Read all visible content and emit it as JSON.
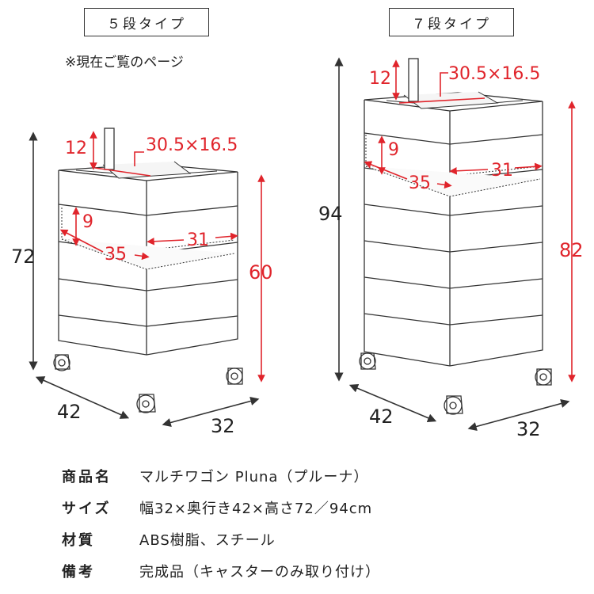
{
  "header": {
    "tag_5": "５段タイプ",
    "tag_7": "７段タイプ",
    "note": "※現在ご覧のページ"
  },
  "dims_5": {
    "height_total": "72",
    "height_body": "60",
    "depth": "42",
    "width": "32",
    "handle_height": "12",
    "opening": "30.5×16.5",
    "drawer_height": "9",
    "drawer_depth": "35",
    "drawer_width": "31"
  },
  "dims_7": {
    "height_total": "94",
    "height_body": "82",
    "depth": "42",
    "width": "32",
    "handle_height": "12",
    "opening": "30.5×16.5",
    "drawer_height": "9",
    "drawer_depth": "35",
    "drawer_width": "31"
  },
  "specs": [
    {
      "key": "商品名",
      "value": "マルチワゴン Pluna（プルーナ）"
    },
    {
      "key": "サイズ",
      "value": "幅32×奥行き42×高さ72／94cm"
    },
    {
      "key": "材質",
      "value": "ABS樹脂、スチール"
    },
    {
      "key": "備考",
      "value": "完成品（キャスターのみ取り付け）"
    }
  ],
  "colors": {
    "accent": "#e0242b",
    "line": "#333333"
  }
}
